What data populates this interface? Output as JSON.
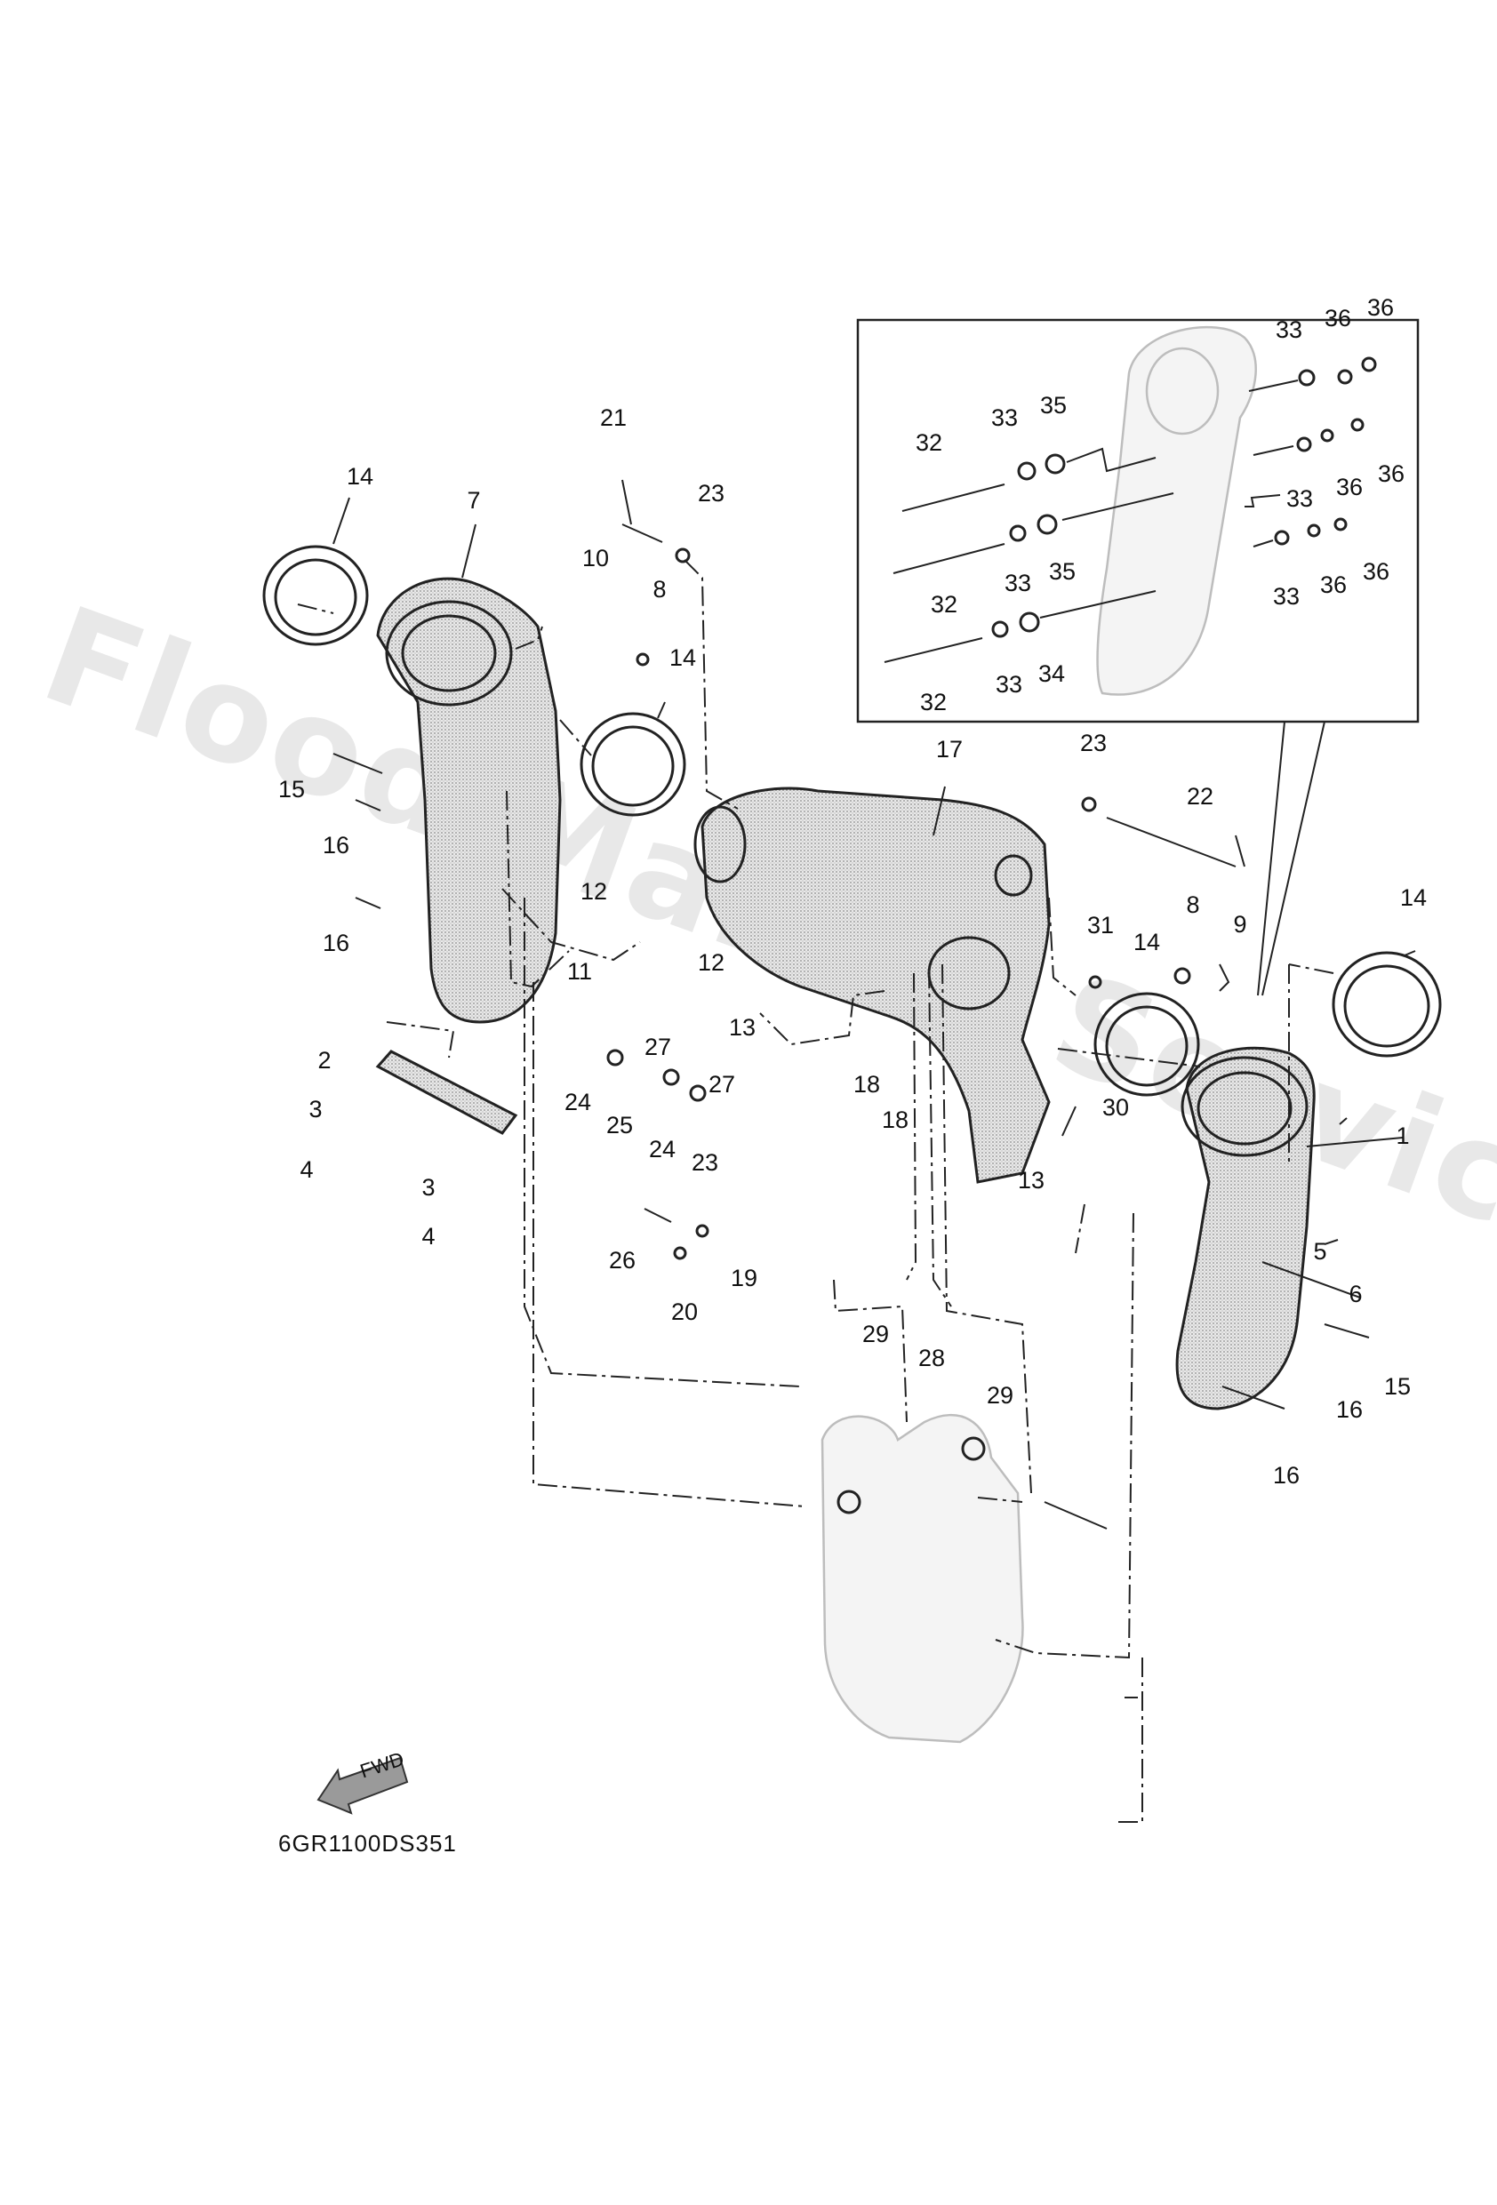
{
  "watermark": "Flood Marine Services",
  "diagram_code": "6GR1100DS351",
  "fwd_label": "FWD",
  "labels": {
    "p1": "1",
    "p2": "2",
    "p3a": "3",
    "p3b": "3",
    "p4a": "4",
    "p4b": "4",
    "p5": "5",
    "p6": "6",
    "p7": "7",
    "p8a": "8",
    "p8b": "8",
    "p9": "9",
    "p10": "10",
    "p11": "11",
    "p12a": "12",
    "p12b": "12",
    "p13a": "13",
    "p13b": "13",
    "p14a": "14",
    "p14b": "14",
    "p14c": "14",
    "p14d": "14",
    "p15a": "15",
    "p15b": "15",
    "p16a": "16",
    "p16b": "16",
    "p16c": "16",
    "p16d": "16",
    "p17": "17",
    "p18a": "18",
    "p18b": "18",
    "p19": "19",
    "p20": "20",
    "p21": "21",
    "p22": "22",
    "p23a": "23",
    "p23b": "23",
    "p23c": "23",
    "p24a": "24",
    "p24b": "24",
    "p25": "25",
    "p26": "26",
    "p27a": "27",
    "p27b": "27",
    "p28": "28",
    "p29a": "29",
    "p29b": "29",
    "p30": "30",
    "p31": "31",
    "p32a": "32",
    "p32b": "32",
    "p32c": "32",
    "p33a": "33",
    "p33b": "33",
    "p33c": "33",
    "p33d": "33",
    "p33e": "33",
    "p33f": "33",
    "p34": "34",
    "p35a": "35",
    "p35b": "35",
    "p36a": "36",
    "p36b": "36",
    "p36c": "36",
    "p36d": "36",
    "p36e": "36",
    "p36f": "36"
  }
}
